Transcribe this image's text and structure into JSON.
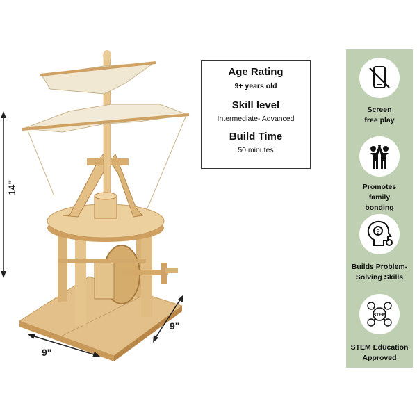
{
  "dimensions": {
    "height": "14\"",
    "width": "9\"",
    "depth": "9\""
  },
  "info_box": {
    "age_heading": "Age Rating",
    "age_value": "9+ years old",
    "skill_heading": "Skill level",
    "skill_value": "Intermediate- Advanced",
    "time_heading": "Build Time",
    "time_value": "50 minutes"
  },
  "badges": [
    {
      "icon": "no-phone-icon",
      "label": "Screen\nfree play"
    },
    {
      "icon": "high-five-icon",
      "label": "Promotes\nfamily\nbonding"
    },
    {
      "icon": "head-gears-icon",
      "label": "Builds Problem-\nSolving Skills"
    },
    {
      "icon": "stem-icon",
      "label": "STEM Education\nApproved",
      "stem_text": "STEM"
    }
  ],
  "colors": {
    "wood_light": "#e8c894",
    "wood_mid": "#d8ad6c",
    "wood_dark": "#b88646",
    "panel_green": "#bfcfb2"
  }
}
